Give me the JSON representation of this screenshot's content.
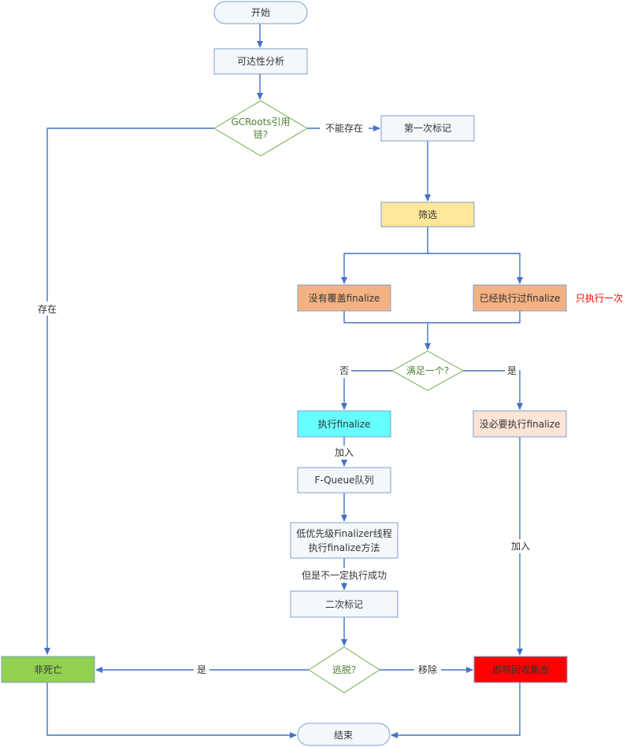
{
  "nodes": {
    "start": "开始",
    "reachability": "可达性分析",
    "gcroots_line1": "GCRoots引用",
    "gcroots_line2": "链?",
    "first_mark": "第一次标记",
    "filter": "筛选",
    "no_override": "没有覆盖finalize",
    "already_executed": "已经执行过finalize",
    "satisfy_one": "满足一个?",
    "exec_finalize": "执行finalize",
    "no_need": "没必要执行finalize",
    "fqueue": "F-Queue队列",
    "finalizer_line1": "低优先级Finalizer线程",
    "finalizer_line2": "执行finalize方法",
    "second_mark": "二次标记",
    "escape": "逃脱?",
    "not_dead": "非死亡",
    "to_collect": "即将回收集合",
    "end": "结束"
  },
  "edge_labels": {
    "cannot_exist": "不能存在",
    "exists": "存在",
    "no": "否",
    "yes_right": "是",
    "join_left": "加入",
    "join_right": "加入",
    "not_guaranteed": "但是不一定执行成功",
    "yes_left": "是",
    "remove": "移除"
  },
  "annotation": "只执行一次",
  "colors": {
    "line": "#4472c4",
    "box_border": "#7f9fcf",
    "box_fill": "#f4f7fc",
    "decision_border": "#70ad47",
    "decision_text": "#538135",
    "filter_fill": "#ffe699",
    "orange_fill": "#f4b183",
    "cyan_fill": "#66ffff",
    "peach_fill": "#fce4d6",
    "green_fill": "#92d050",
    "red_fill": "#ff0000",
    "annotation_text": "#ff0000"
  }
}
